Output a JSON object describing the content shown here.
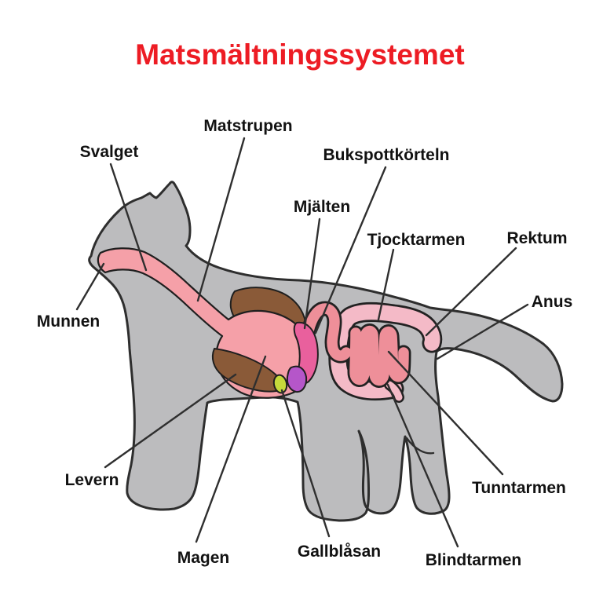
{
  "title": {
    "text": "Matsmältningssystemet"
  },
  "labels": {
    "svalget": "Svalget",
    "matstrupen": "Matstrupen",
    "bukspottkorteln": "Bukspottkörteln",
    "mjalten": "Mjälten",
    "tjocktarmen": "Tjocktarmen",
    "rektum": "Rektum",
    "anus": "Anus",
    "munnen": "Munnen",
    "levern": "Levern",
    "magen": "Magen",
    "gallblasan": "Gallblåsan",
    "blindtarmen": "Blindtarmen",
    "tunntarmen": "Tunntarmen"
  },
  "colors": {
    "title": "#ed1c24",
    "label_text": "#121212",
    "leader_line": "#2f2f2f",
    "body_fill": "#bcbcbe",
    "body_outline": "#2e2e2e",
    "organ_outline": "#1f1f1f",
    "tube_outline": "#222222",
    "mouth_esophagus_stomach": "#f5a0a8",
    "liver": "#8a5a38",
    "spleen": "#e9609d",
    "pancreas": "#b556c9",
    "gallbladder": "#c6da3b",
    "small_intestine": "#ee8f99",
    "large_intestine": "#f4bac7",
    "background": "#ffffff"
  }
}
